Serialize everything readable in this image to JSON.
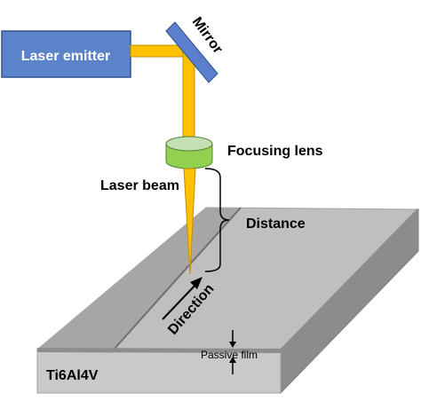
{
  "labels": {
    "laser_emitter": "Laser emitter",
    "mirror": "Mirror",
    "focusing_lens": "Focusing lens",
    "laser_beam": "Laser beam",
    "distance": "Distance",
    "direction": "Direction",
    "passive_film": "Passive film",
    "material": "Ti6Al4V"
  },
  "colors": {
    "emitter_fill": "#5a83c9",
    "emitter_stroke": "#2f528f",
    "beam": "#ffc000",
    "beam_stroke": "#bf9000",
    "mirror": "#5b7fcc",
    "lens_top": "#c5e0b4",
    "lens_side": "#92d050",
    "lens_stroke": "#548235",
    "plate_top": "#bfbfbf",
    "plate_track": "#a6a6a6",
    "plate_front": "#c9c9c9",
    "plate_side": "#8c8c8c",
    "film": "#8d8d8d"
  }
}
